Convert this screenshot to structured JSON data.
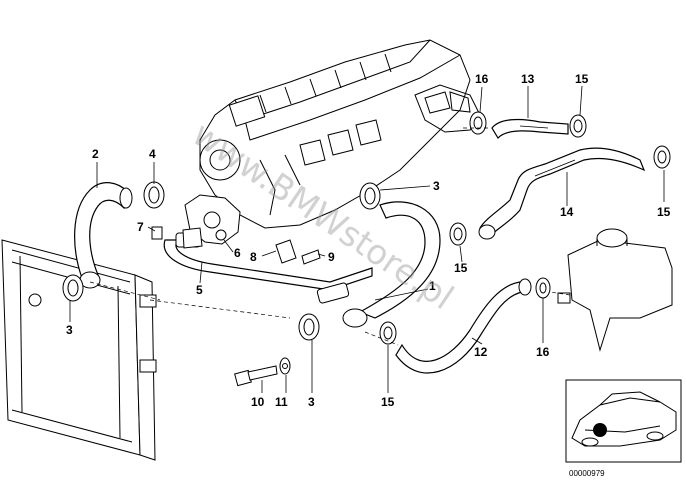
{
  "watermark": "www.BMWstore.pl",
  "reference_number": "00000979",
  "callouts": [
    {
      "id": "c1",
      "text": "1"
    },
    {
      "id": "c2",
      "text": "2"
    },
    {
      "id": "c3a",
      "text": "3"
    },
    {
      "id": "c3b",
      "text": "3"
    },
    {
      "id": "c3c",
      "text": "3"
    },
    {
      "id": "c4",
      "text": "4"
    },
    {
      "id": "c5",
      "text": "5"
    },
    {
      "id": "c6",
      "text": "6"
    },
    {
      "id": "c7",
      "text": "7"
    },
    {
      "id": "c8",
      "text": "8"
    },
    {
      "id": "c9",
      "text": "9"
    },
    {
      "id": "c10",
      "text": "10"
    },
    {
      "id": "c11",
      "text": "11"
    },
    {
      "id": "c12",
      "text": "12"
    },
    {
      "id": "c13",
      "text": "13"
    },
    {
      "id": "c14",
      "text": "14"
    },
    {
      "id": "c15a",
      "text": "15"
    },
    {
      "id": "c15b",
      "text": "15"
    },
    {
      "id": "c15c",
      "text": "15"
    },
    {
      "id": "c15d",
      "text": "15"
    },
    {
      "id": "c16a",
      "text": "16"
    },
    {
      "id": "c16b",
      "text": "16"
    }
  ]
}
